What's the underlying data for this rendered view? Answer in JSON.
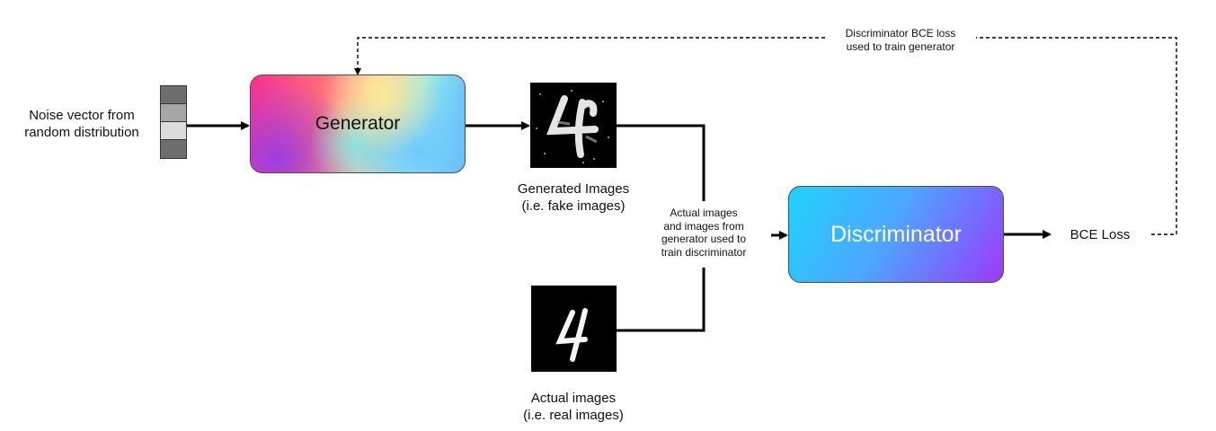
{
  "noise_vector": {
    "label_line1": "Noise vector from",
    "label_line2": "random distribution",
    "cell_colors": [
      "#6e6e6e",
      "#a6a6a6",
      "#dcdcdc",
      "#6e6e6e"
    ]
  },
  "generator": {
    "label": "Generator"
  },
  "generated_images": {
    "label_line1": "Generated Images",
    "label_line2": "(i.e. fake images)"
  },
  "actual_images": {
    "label_line1": "Actual images",
    "label_line2": "(i.e. real images)"
  },
  "train_note": {
    "line1": "Actual images",
    "line2": "and images from",
    "line3": "generator used to",
    "line4": "train discriminator"
  },
  "discriminator": {
    "label": "Discriminator"
  },
  "loss": {
    "label": "BCE Loss"
  },
  "feedback_note": {
    "line1": "Discriminator BCE loss",
    "line2": "used to train generator"
  }
}
